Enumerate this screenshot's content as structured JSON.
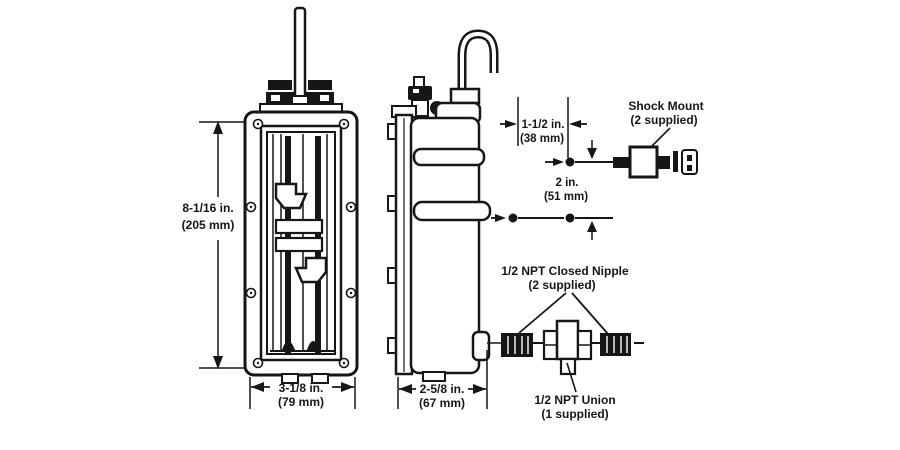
{
  "diagram": {
    "front_view": {
      "height_dim": {
        "in": "8-1/16 in.",
        "mm": "(205 mm)"
      },
      "width_dim": {
        "in": "3-1/8 in.",
        "mm": "(79 mm)"
      }
    },
    "side_view": {
      "depth_dim": {
        "in": "2-5/8 in.",
        "mm": "(67 mm)"
      },
      "mount_offset_dim": {
        "in": "1-1/2 in.",
        "mm": "(38 mm)"
      },
      "mount_spacing_dim": {
        "in": "2 in.",
        "mm": "(51 mm)"
      }
    },
    "callouts": {
      "shock_mount": {
        "name": "Shock Mount",
        "qty": "(2 supplied)"
      },
      "closed_nipple": {
        "name": "1/2 NPT Closed Nipple",
        "qty": "(2 supplied)"
      },
      "union": {
        "name": "1/2 NPT Union",
        "qty": "(1 supplied)"
      }
    },
    "colors": {
      "ink": "#161616",
      "paper": "#ffffff"
    }
  }
}
